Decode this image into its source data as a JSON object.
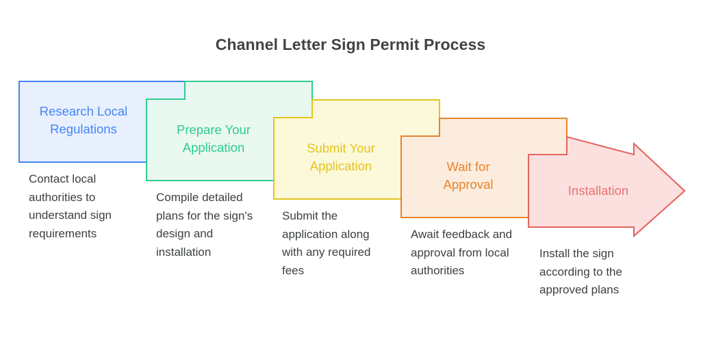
{
  "title": "Channel Letter Sign Permit Process",
  "background_color": "#ffffff",
  "title_color": "#434343",
  "description_color": "#3c4043",
  "diagram": {
    "type": "chevron-process-flow",
    "direction": "left-to-right descending staircase",
    "stage_count": 5,
    "stages": [
      {
        "index": 1,
        "label": "Research Local\nRegulations",
        "description": "Contact local authorities to understand sign requirements",
        "stroke_color": "#4285f4",
        "fill_color": "#e8f0fe",
        "text_color": "#4285f4",
        "shape": "chevron-start"
      },
      {
        "index": 2,
        "label": "Prepare Your\nApplication",
        "description": "Compile detailed plans for the sign's design and installation",
        "stroke_color": "#2ecc8f",
        "fill_color": "#e9f8f0",
        "text_color": "#2ecc8f",
        "shape": "chevron-mid"
      },
      {
        "index": 3,
        "label": "Submit Your\nApplication",
        "description": "Submit the application along with any required fees",
        "stroke_color": "#e3c51c",
        "fill_color": "#fcf8da",
        "text_color": "#e3c51c",
        "shape": "chevron-mid"
      },
      {
        "index": 4,
        "label": "Wait for\nApproval",
        "description": "Await feedback and approval from local authorities",
        "stroke_color": "#e8842c",
        "fill_color": "#fcecdd",
        "text_color": "#e8842c",
        "shape": "chevron-mid"
      },
      {
        "index": 5,
        "label": "Installation",
        "description": "Install the sign according to the approved plans",
        "stroke_color": "#e2645f",
        "fill_color": "#fbe0df",
        "text_color": "#e8736e",
        "shape": "arrow-end"
      }
    ]
  }
}
